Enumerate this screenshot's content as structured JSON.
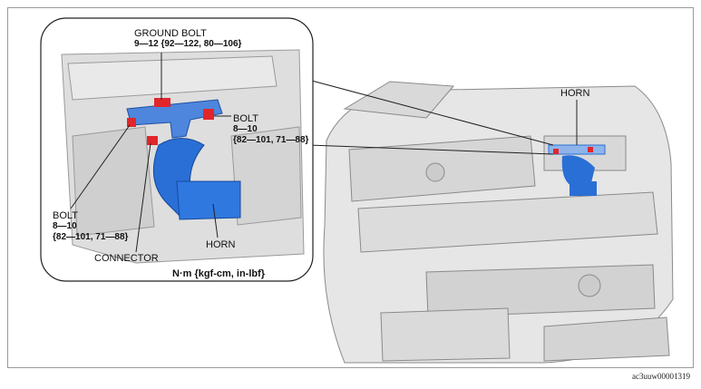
{
  "labels": {
    "ground_bolt": {
      "name": "GROUND BOLT",
      "torque": "9—12 {92—122, 80—106}"
    },
    "bolt_right": {
      "name": "BOLT",
      "torque1": "8—10",
      "torque2": "{82—101, 71—88}"
    },
    "bolt_left": {
      "name": "BOLT",
      "torque1": "8—10",
      "torque2": "{82—101, 71—88}"
    },
    "connector": "CONNECTOR",
    "horn_detail": "HORN",
    "horn_overview": "HORN",
    "units": "N·m {kgf-cm, in-lbf}"
  },
  "figure_id": "ac3uuw00001319",
  "colors": {
    "horn": "#2a6fd6",
    "bolt": "#e0262b",
    "frame": "#9a9a9a",
    "body": "#cfcfcf"
  }
}
